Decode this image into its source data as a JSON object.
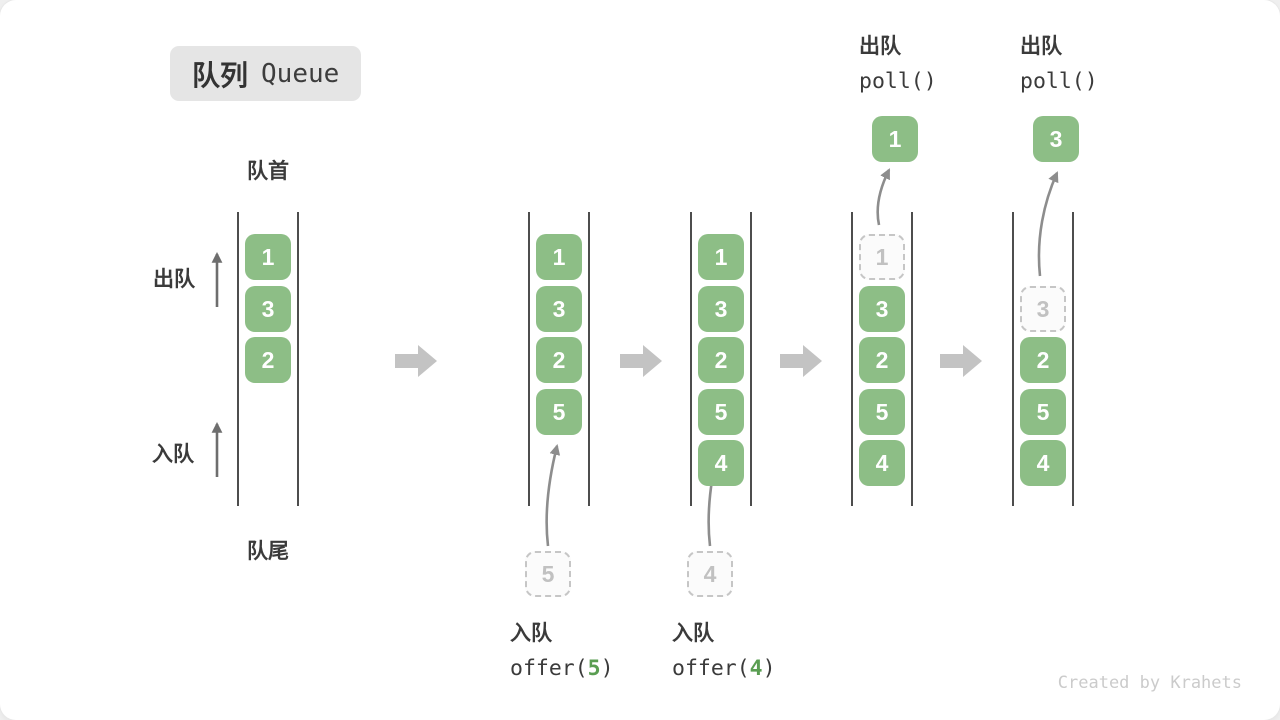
{
  "title": {
    "badge_zh": "队列",
    "badge_en": "Queue"
  },
  "labels": {
    "front": "队首",
    "rear": "队尾",
    "dequeue": "出队",
    "enqueue": "入队"
  },
  "watermark": "Created by Krahets",
  "colors": {
    "box_green": "#8dbe86",
    "box_text": "#ffffff",
    "arg_green": "#5a9e52",
    "queue_line": "#4d4d4d",
    "flow_arrow": "#c3c3c3",
    "curve_arrow": "#8d8d8d",
    "label_arrow": "#6e6e6e",
    "dashed_border": "#c6c6c6",
    "badge_bg": "#e5e5e5"
  },
  "states": [
    {
      "name": "state-initial",
      "slots": [
        {
          "v": "1"
        },
        {
          "v": "3"
        },
        {
          "v": "2"
        }
      ]
    },
    {
      "name": "state-after-offer-5",
      "slots": [
        {
          "v": "1"
        },
        {
          "v": "3"
        },
        {
          "v": "2"
        },
        {
          "v": "5"
        }
      ],
      "op": {
        "type": "enqueue",
        "label": "入队",
        "fn": "offer(",
        "arg": "5",
        "close": ")",
        "pending_value": "5"
      }
    },
    {
      "name": "state-after-offer-4",
      "slots": [
        {
          "v": "1"
        },
        {
          "v": "3"
        },
        {
          "v": "2"
        },
        {
          "v": "5"
        },
        {
          "v": "4"
        }
      ],
      "op": {
        "type": "enqueue",
        "label": "入队",
        "fn": "offer(",
        "arg": "4",
        "close": ")",
        "pending_value": "4"
      }
    },
    {
      "name": "state-poll-1",
      "slots": [
        {
          "v": "1",
          "dashed": true
        },
        {
          "v": "3"
        },
        {
          "v": "2"
        },
        {
          "v": "5"
        },
        {
          "v": "4"
        }
      ],
      "op": {
        "type": "dequeue",
        "label": "出队",
        "fn": "poll()",
        "arg": "",
        "close": "",
        "polled_value": "1"
      }
    },
    {
      "name": "state-poll-3",
      "slots": [
        {
          "empty": true
        },
        {
          "v": "3",
          "dashed": true
        },
        {
          "v": "2"
        },
        {
          "v": "5"
        },
        {
          "v": "4"
        }
      ],
      "op": {
        "type": "dequeue",
        "label": "出队",
        "fn": "poll()",
        "arg": "",
        "close": "",
        "polled_value": "3"
      }
    }
  ]
}
